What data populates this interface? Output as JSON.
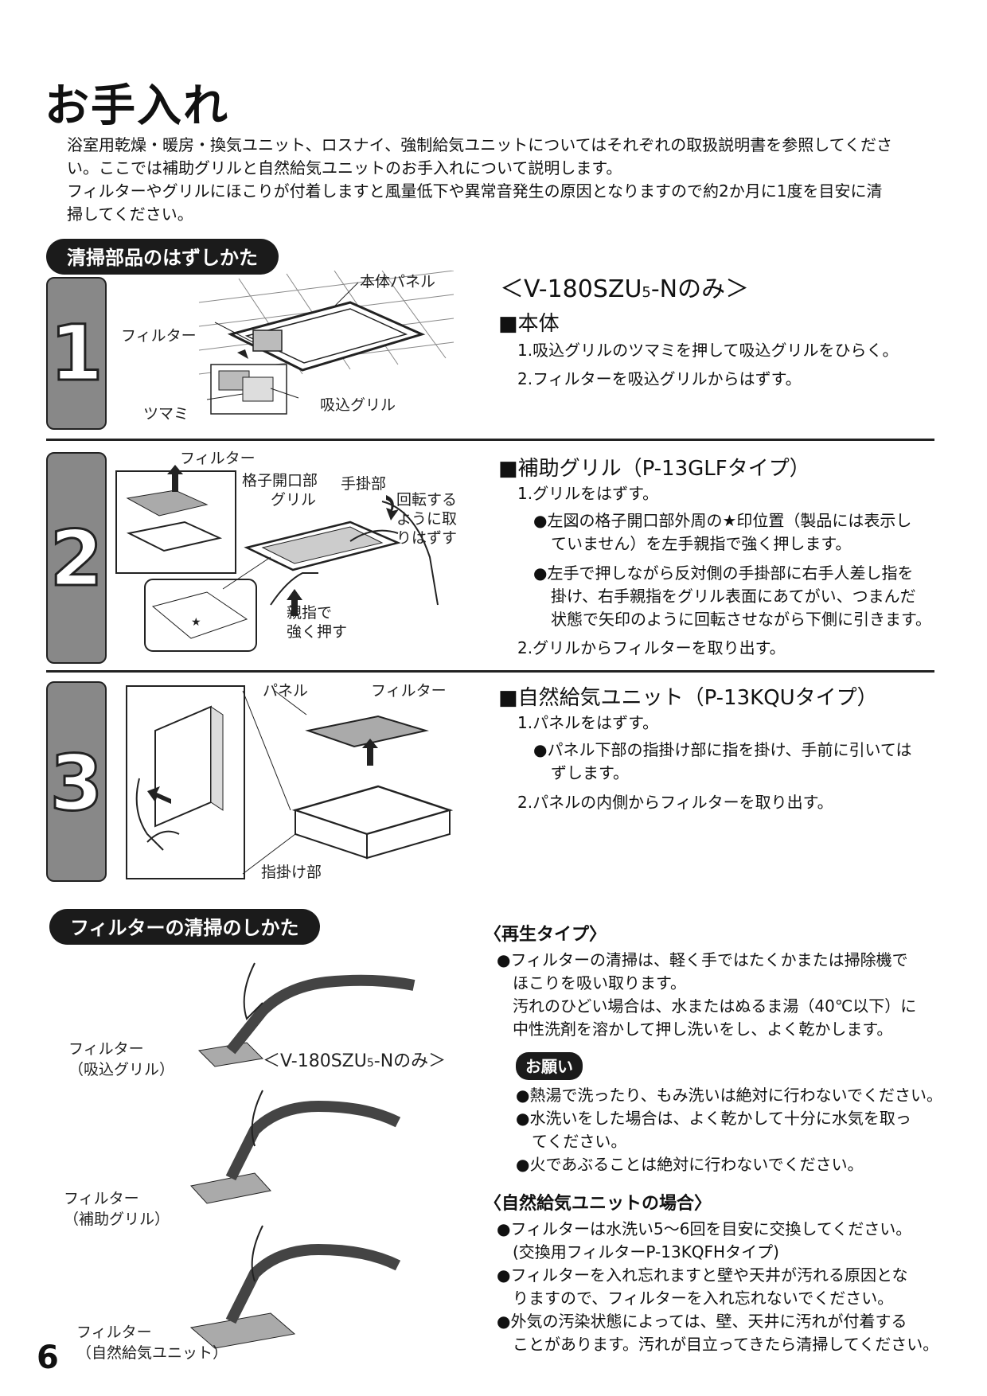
{
  "title": "お手入れ",
  "intro": [
    "浴室用乾燥・暖房・換気ユニット、ロスナイ、強制給気ユニットについてはそれぞれの取扱説明書を参照してくださ",
    "い。ここでは補助グリルと自然給気ユニットのお手入れについて説明します。",
    "フィルターやグリルにほこりが付着しますと風量低下や異常音発生の原因となりますので約2か月に1度を目安に清",
    "掃してください。"
  ],
  "section1": {
    "title": "清掃部品のはずしかた",
    "steps": [
      {
        "number": "1",
        "labels": {
          "panel": "本体パネル",
          "filter": "フィルター",
          "knob": "ツマミ",
          "grille": "吸込グリル"
        },
        "model_heading": "＜V-180SZU",
        "model_subscript": "5",
        "model_suffix": "-Nのみ＞",
        "heading": "■本体",
        "items": [
          "1.吸込グリルのツマミを押して吸込グリルをひらく。",
          "2.フィルターを吸込グリルからはずす。"
        ]
      },
      {
        "number": "2",
        "labels": {
          "filter": "フィルター",
          "lattice": "格子開口部",
          "grille": "グリル",
          "handle": "手掛部",
          "rotate1": "回転する",
          "rotate2": "ように取",
          "rotate3": "りはずす",
          "thumb1": "親指で",
          "thumb2": "強く押す",
          "star": "★"
        },
        "heading": "■補助グリル（P-13GLFタイプ）",
        "item1": "1.グリルをはずす。",
        "bullets": [
          [
            "●左図の格子開口部外周の★印位置（製品には表示し",
            "ていません）を左手親指で強く押します。"
          ],
          [
            "●左手で押しながら反対側の手掛部に右手人差し指を",
            "掛け、右手親指をグリル表面にあてがい、つまんだ",
            "状態で矢印のように回転させながら下側に引きます。"
          ]
        ],
        "item2": "2.グリルからフィルターを取り出す。"
      },
      {
        "number": "3",
        "labels": {
          "panel": "パネル",
          "filter": "フィルター",
          "finger": "指掛け部"
        },
        "heading": "■自然給気ユニット（P-13KQUタイプ）",
        "item1": "1.パネルをはずす。",
        "bullets": [
          [
            "●パネル下部の指掛け部に指を掛け、手前に引いては",
            "ずします。"
          ]
        ],
        "item2": "2.パネルの内側からフィルターを取り出す。"
      }
    ]
  },
  "section2": {
    "title": "フィルターの清掃のしかた",
    "figure_labels": {
      "f1a": "フィルター",
      "f1b": "（吸込グリル）",
      "model_a": "＜V-180SZU",
      "model_sub": "5",
      "model_b": "-Nのみ＞",
      "f2a": "フィルター",
      "f2b": "（補助グリル）",
      "f3a": "フィルター",
      "f3b": "（自然給気ユニット）"
    },
    "regen": {
      "heading": "〈再生タイプ〉",
      "lines": [
        "●フィルターの清掃は、軽く手ではたくかまたは掃除機で",
        "　ほこりを吸い取ります。",
        "　汚れのひどい場合は、水またはぬるま湯（40℃以下）に",
        "　中性洗剤を溶かして押し洗いをし、よく乾かします。"
      ]
    },
    "request": {
      "badge": "お願い",
      "lines": [
        "●熱湯で洗ったり、もみ洗いは絶対に行わないでください。",
        "●水洗いをした場合は、よく乾かして十分に水気を取っ",
        "　てください。",
        "●火であぶることは絶対に行わないでください。"
      ]
    },
    "natural": {
      "heading": "〈自然給気ユニットの場合〉",
      "lines": [
        "●フィルターは水洗い5～6回を目安に交換してください。",
        "　(交換用フィルターP-13KQFHタイプ)",
        "●フィルターを入れ忘れますと壁や天井が汚れる原因とな",
        "　りますので、フィルターを入れ忘れないでください。",
        "●外気の汚染状態によっては、壁、天井に汚れが付着する",
        "　ことがあります。汚れが目立ってきたら清掃してください。"
      ]
    }
  },
  "page_number": "6"
}
